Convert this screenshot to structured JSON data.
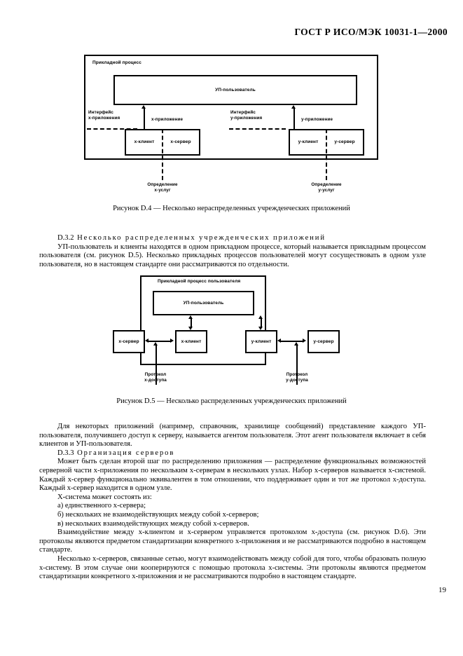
{
  "header": {
    "standard_id": "ГОСТ Р ИСО/МЭК 10031-1—2000"
  },
  "page_number": "19",
  "figures": [
    {
      "id": "D.4",
      "caption": "Рисунок D.4 — Несколько нераспределенных учрежденческих приложений",
      "outer_title": "Прикладной процесс",
      "up_user_box": "УП-пользователь",
      "interfaces": [
        {
          "title_line1": "Интерфейс",
          "title_line2": "x-приложения",
          "app_label": "x-приложение"
        },
        {
          "title_line1": "Интерфейс",
          "title_line2": "y-приложения",
          "app_label": "y-приложение"
        }
      ],
      "client_boxes": [
        "x-клиент",
        "y-клиент"
      ],
      "server_boxes": [
        "x-сервер",
        "y-сервер"
      ],
      "bottom_labels": [
        {
          "line1": "Определение",
          "line2": "x-услуг"
        },
        {
          "line1": "Определение",
          "line2": "y-услуг"
        }
      ]
    },
    {
      "id": "D.5",
      "caption": "Рисунок D.5 — Несколько распределенных учрежденческих приложений",
      "outer_title": "Прикладной процесс пользователя",
      "up_user_box": "УП-пользователь",
      "client_boxes": [
        "x-клиент",
        "y-клиент"
      ],
      "server_boxes": [
        "x-сервер",
        "y-сервер"
      ],
      "bottom_labels": [
        {
          "line1": "Протокол",
          "line2": "x-доступа"
        },
        {
          "line1": "Протокол",
          "line2": "y-доступа"
        }
      ]
    }
  ],
  "sections": {
    "d32": {
      "number": "D.3.2",
      "title": "Несколько распределенных учрежденческих приложений",
      "paragraph": "УП-пользователь и клиенты находятся в одном прикладном процессе, который называется прикладным процессом пользователя (см. рисунок D.5). Несколько прикладных процессов пользователей могут сосуществовать в одном узле пользователя, но в настоящем стандарте они рассматриваются по отдельности."
    },
    "agent_paragraph": "Для некоторых приложений (например, справочник, хранилище сообщений) представление каждого УП-пользователя, получившего доступ к серверу, называется агентом пользователя. Этот агент пользователя включает в себя клиентов и УП-пользователя.",
    "d33": {
      "number": "D.3.3",
      "title": "Организация серверов",
      "paragraph1": "Может быть сделан второй шаг по распределению приложения — распределение функциональных возможностей серверной части x-приложения по нескольким x-серверам в нескольких узлах. Набор x-серверов называется x-системой. Каждый x-сервер функционально эквивалентен в том отношении, что поддерживает один и тот же протокол x-доступа. Каждый x-сервер находится в одном узле.",
      "list_intro": "X-система может состоять из:",
      "list_items": [
        "а)  единственного x-сервера;",
        "б)  нескольких не взаимодействующих между собой x-серверов;",
        "в)  нескольких взаимодействующих между собой x-серверов."
      ],
      "paragraph2": "Взаимодействие между x-клиентом и x-сервером управляется протоколом x-доступа (см. рисунок D.6). Эти протоколы являются предметом стандартизации конкретного x-приложения и не рассматриваются подробно в настоящем стандарте.",
      "paragraph3": "Несколько x-серверов, связанные сетью, могут взаимодействовать между собой для того, чтобы образовать полную x-систему. В этом случае они кооперируются с помощью протокола x-системы. Эти протоколы являются предметом стандартизации конкретного x-приложения и не рассматриваются подробно в настоящем стандарте."
    }
  },
  "colors": {
    "ink": "#000000",
    "paper": "#ffffff"
  }
}
